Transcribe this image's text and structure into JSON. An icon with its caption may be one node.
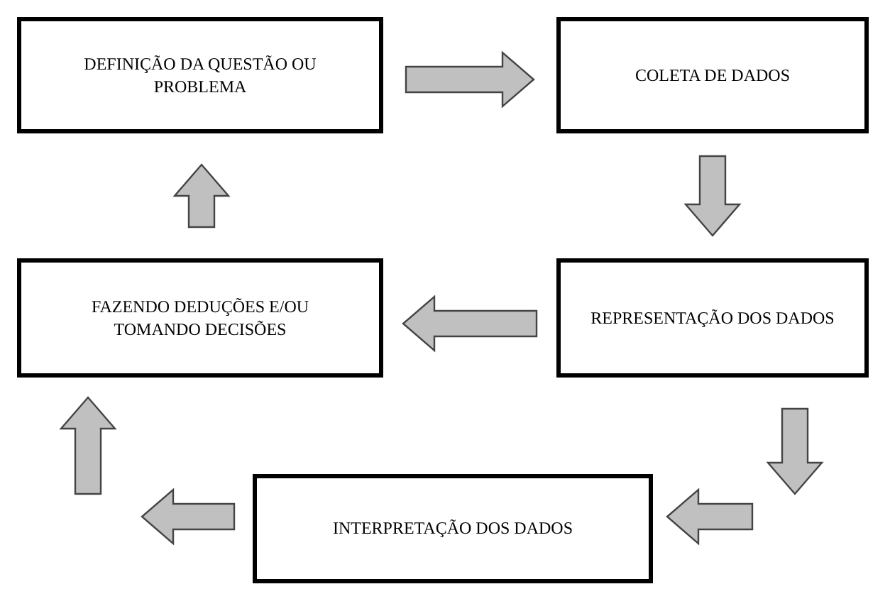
{
  "diagram": {
    "nodes": [
      {
        "text": [
          "DEFINIÇÃO DA QUESTÃO OU PROBLEMA"
        ]
      },
      {
        "text": [
          "COLETA DE DADOS"
        ]
      },
      {
        "text": [
          "REPRESENTAÇÃO DOS DADOS"
        ]
      },
      {
        "text": [
          "FAZENDO DEDUÇÕES E/OU TOMANDO DECISÕES"
        ]
      },
      {
        "text": [
          "INTERPRETAÇÃO DOS DADOS"
        ]
      }
    ],
    "edges": [
      {
        "from": 0,
        "to": 1,
        "arrow": "to"
      },
      {
        "from": 1,
        "to": 2,
        "arrow": "to"
      },
      {
        "from": 2,
        "to": 3,
        "arrow": "to"
      },
      {
        "from": 3,
        "to": 0,
        "arrow": "to"
      },
      {
        "from": 2,
        "to": null,
        "arrow": "to"
      },
      {
        "from": null,
        "to": 4,
        "arrow": "to"
      },
      {
        "from": 4,
        "to": null,
        "arrow": "to"
      },
      {
        "from": null,
        "to": 3,
        "arrow": "to"
      }
    ]
  }
}
